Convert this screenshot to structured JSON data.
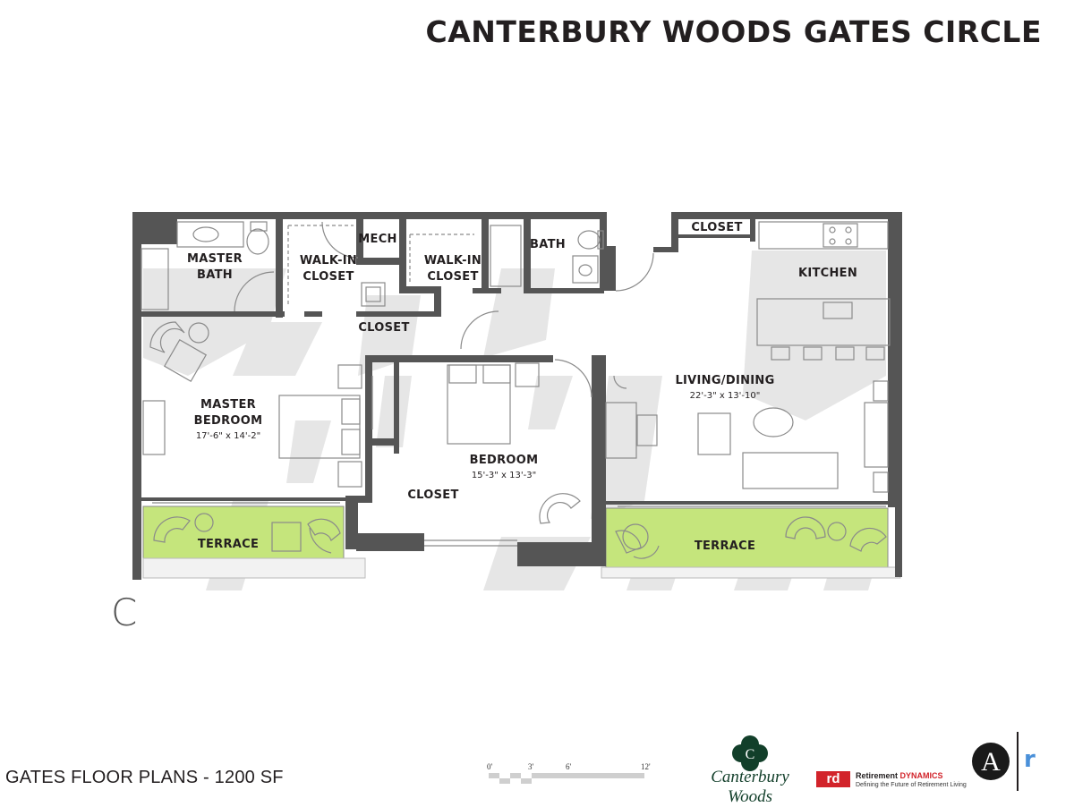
{
  "header": {
    "title": "CANTERBURY WOODS GATES CIRCLE"
  },
  "unit_letter": "C",
  "rooms": {
    "master_bath": [
      "MASTER",
      "BATH"
    ],
    "walkin_closet_1": [
      "WALK-IN",
      "CLOSET"
    ],
    "mech": "MECH",
    "walkin_closet_2": [
      "WALK-IN",
      "CLOSET"
    ],
    "bath": "BATH",
    "closet_top": "CLOSET",
    "closet_mid": "CLOSET",
    "kitchen": "KITCHEN",
    "master_bedroom": [
      "MASTER",
      "BEDROOM"
    ],
    "master_bedroom_dim": "17'-6\" x 14'-2\"",
    "bedroom": "BEDROOM",
    "bedroom_dim": "15'-3\" x 13'-3\"",
    "closet_bedroom": "CLOSET",
    "living_dining": "LIVING/DINING",
    "living_dining_dim": "22'-3\" x 13'-10\"",
    "terrace_left": "TERRACE",
    "terrace_right": "TERRACE"
  },
  "scale_bar": {
    "labels": [
      "0'",
      "3'",
      "6'",
      "12'"
    ]
  },
  "footer": {
    "title": "GATES FLOOR PLANS - 1200 SF",
    "logo_canterbury": "Canterbury Woods",
    "logo_canterbury_mark": "C",
    "rd_mark": "rd",
    "rd_name_a": "Retirement ",
    "rd_name_b": "DYNAMICS",
    "rd_tagline": "Defining the Future of Retirement Living",
    "arch_logo": "A",
    "arch_r": "r"
  },
  "colors": {
    "wall": "#555555",
    "shadow": "#e4e4e4",
    "terrace": "#c5e57c",
    "outline": "#8a8a8a"
  }
}
